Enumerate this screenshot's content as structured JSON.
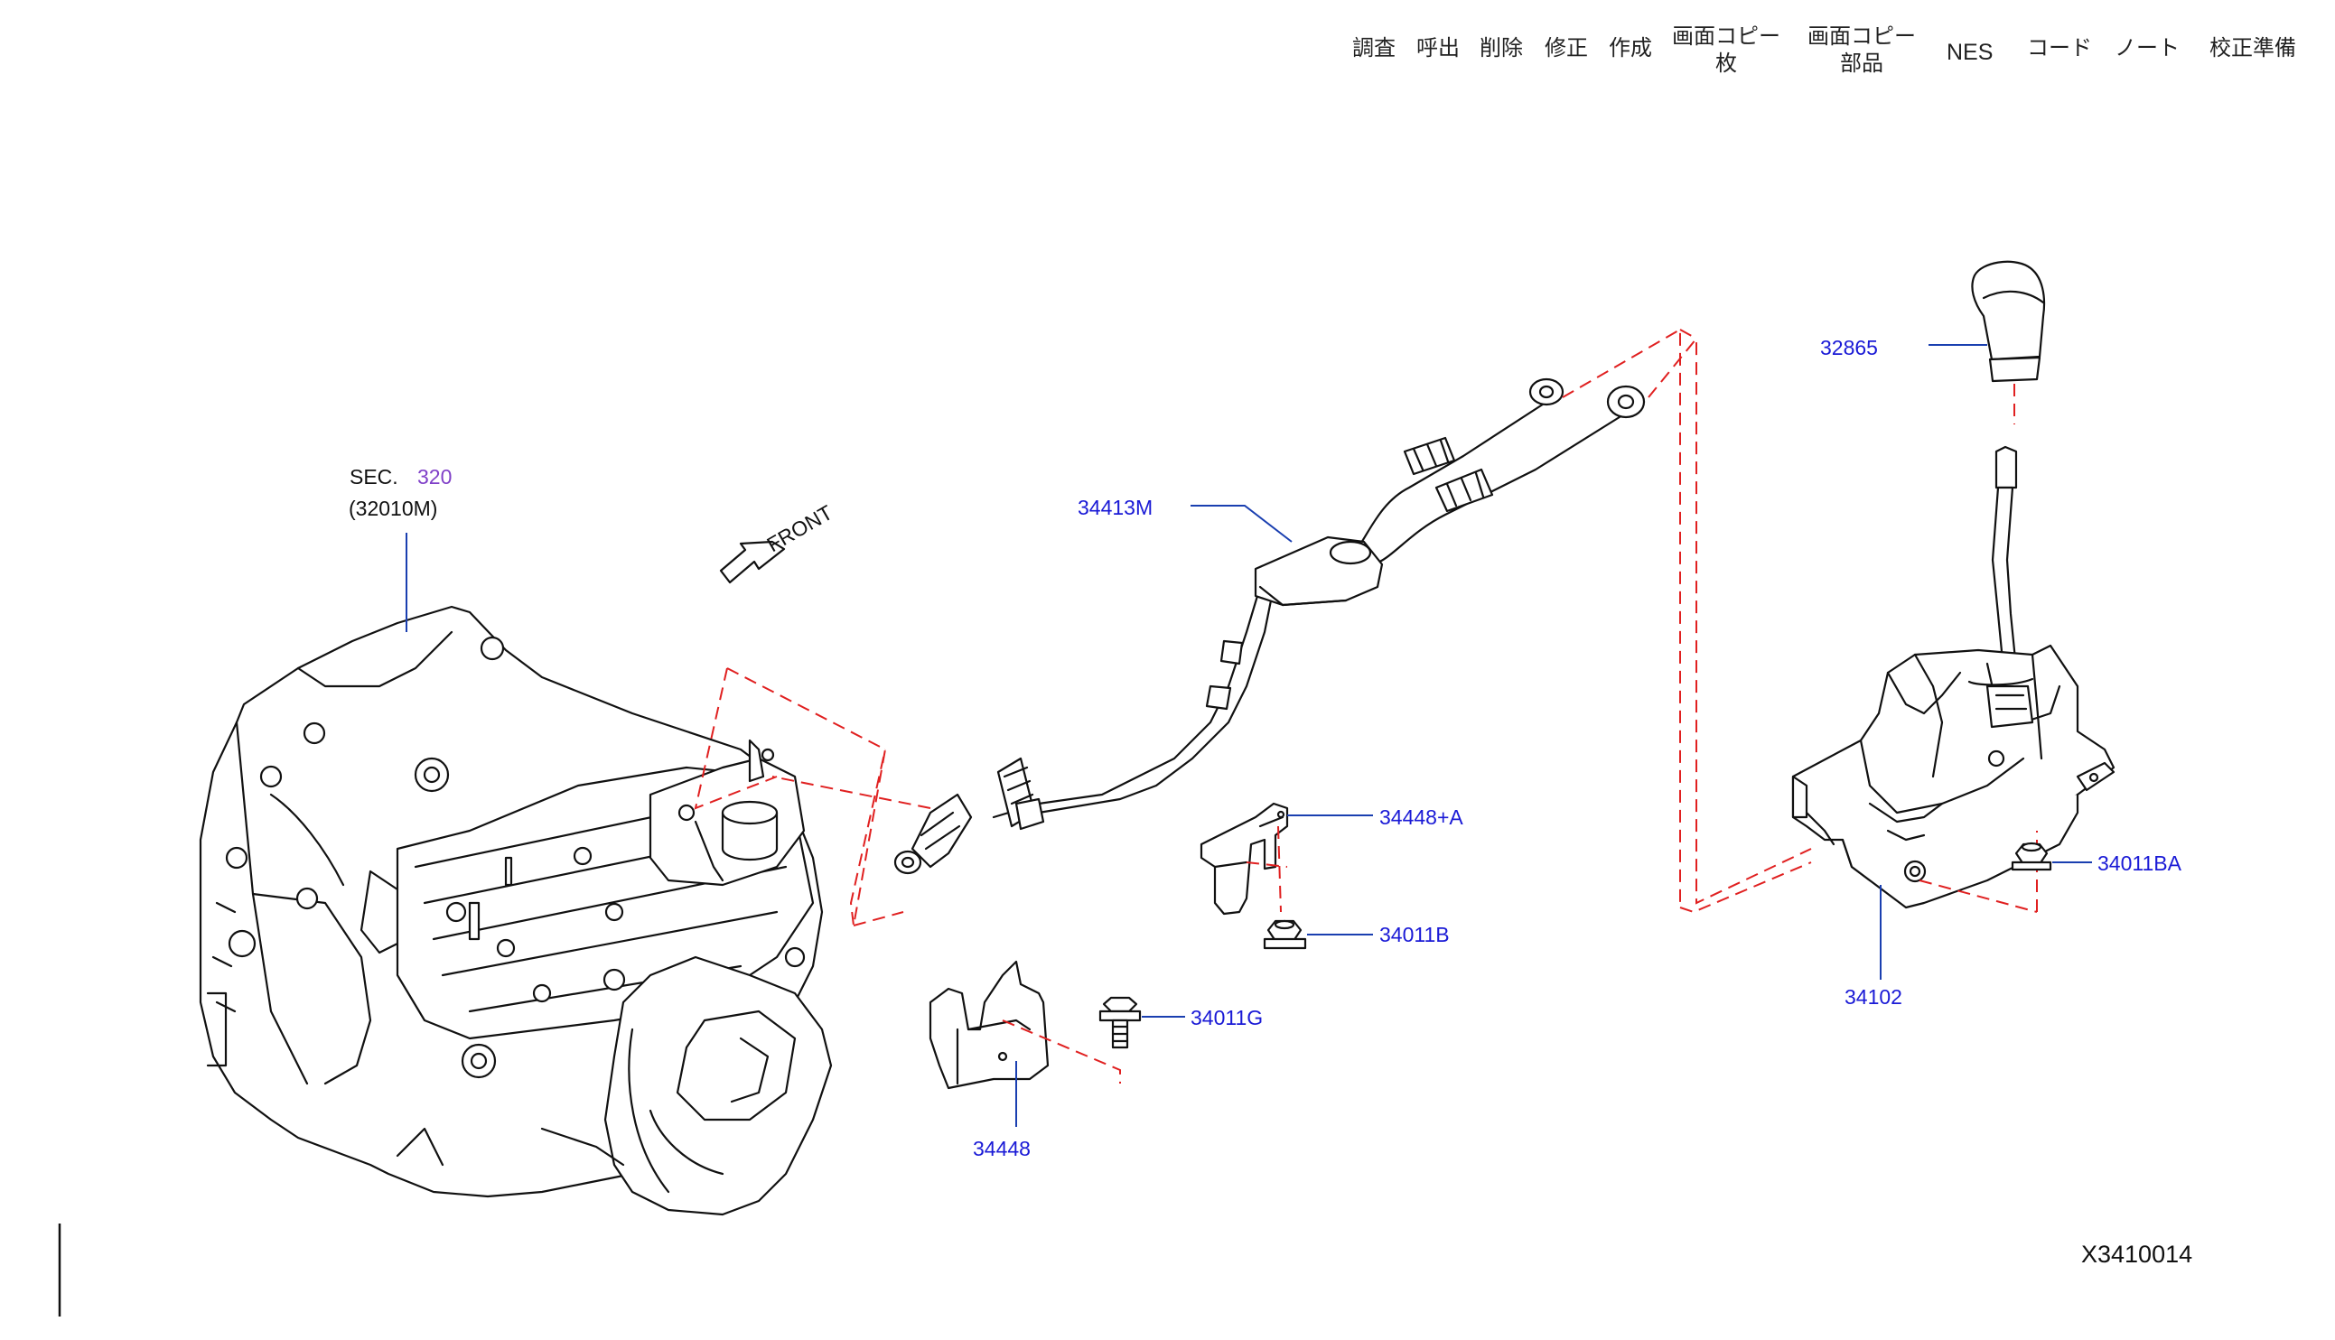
{
  "toolbar": {
    "items": [
      {
        "label": "調査"
      },
      {
        "label": "呼出"
      },
      {
        "label": "削除"
      },
      {
        "label": "修正"
      },
      {
        "label": "作成"
      },
      {
        "line1": "画面コピー",
        "line2": "枚"
      },
      {
        "line1": "画面コピー",
        "line2": "部品"
      },
      {
        "label": "NES"
      },
      {
        "label": "コード"
      },
      {
        "label": "ノート"
      },
      {
        "label": "校正準備"
      }
    ]
  },
  "diagram": {
    "section_prefix": "SEC.",
    "section_number": "320",
    "section_part": "(32010M)",
    "front_label": "FRONT",
    "drawing_id": "X3410014",
    "callouts": [
      {
        "label": "32865"
      },
      {
        "label": "34413M"
      },
      {
        "label": "34448+A"
      },
      {
        "label": "34011BA"
      },
      {
        "label": "34011B"
      },
      {
        "label": "34102"
      },
      {
        "label": "34011G"
      },
      {
        "label": "34448"
      }
    ]
  },
  "colors": {
    "callout": "#1a1ad6",
    "section_link": "#8040c8",
    "leader_line": "#1a3fb0",
    "dashed_guide": "#e02020",
    "linework": "#111111"
  }
}
